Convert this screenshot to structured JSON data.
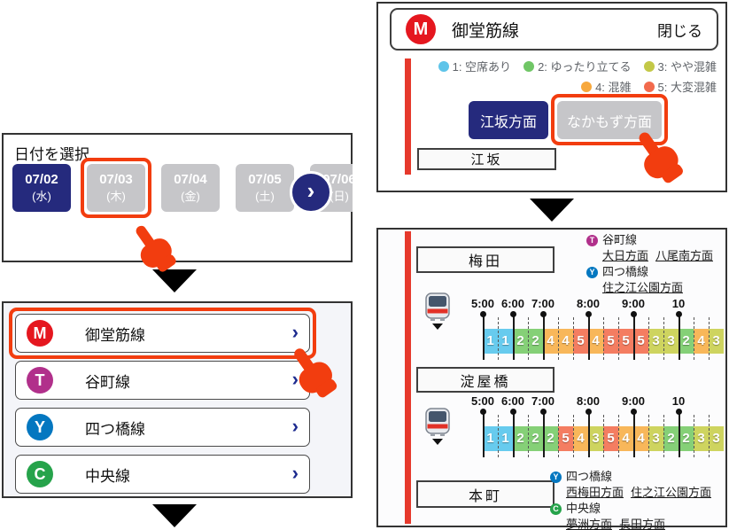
{
  "colors": {
    "accent_highlight": "#f23d0f",
    "navy_primary": "#252a7d",
    "disabled_gray": "#c6c6c9",
    "red_accent_bar": "#e6392c"
  },
  "date_select": {
    "title": "日付を選択",
    "next_chevron": "›",
    "dates": [
      {
        "date": "07/02",
        "day": "(水)",
        "selected": true,
        "highlight": false,
        "clipped": false
      },
      {
        "date": "07/03",
        "day": "(木)",
        "selected": false,
        "highlight": true,
        "clipped": false
      },
      {
        "date": "07/04",
        "day": "(金)",
        "selected": false,
        "highlight": false,
        "clipped": false
      },
      {
        "date": "07/05",
        "day": "(土)",
        "selected": false,
        "highlight": false,
        "clipped": false
      },
      {
        "date": "07/06",
        "day": "(日)",
        "selected": false,
        "highlight": false,
        "clipped": true
      }
    ]
  },
  "line_list": {
    "chevron": "›",
    "items": [
      {
        "symbol": "M",
        "color": "#e5171f",
        "label": "御堂筋線",
        "highlight": true
      },
      {
        "symbol": "T",
        "color": "#b1308b",
        "label": "谷町線",
        "highlight": false
      },
      {
        "symbol": "Y",
        "color": "#0477c0",
        "label": "四つ橋線",
        "highlight": false
      },
      {
        "symbol": "C",
        "color": "#26a34b",
        "label": "中央線",
        "highlight": false
      }
    ]
  },
  "direction_panel": {
    "line_symbol": "M",
    "line_symbol_color": "#e5171f",
    "line_name": "御堂筋線",
    "close_label": "閉じる",
    "legend_row1": [
      {
        "label": "1: 空席あり",
        "color": "#5ec4e9"
      },
      {
        "label": "2: ゆったり立てる",
        "color": "#70c666"
      },
      {
        "label": "3: やや混雑",
        "color": "#c3c847"
      }
    ],
    "legend_row2": [
      {
        "label": "4: 混雑",
        "color": "#f7a83d"
      },
      {
        "label": "5: 大変混雑",
        "color": "#f26a4d"
      }
    ],
    "direction_buttons": [
      {
        "label": "江坂方面",
        "style": "primary",
        "highlight": false
      },
      {
        "label": "なかもず方面",
        "style": "disabled",
        "highlight": true
      }
    ],
    "station": "江坂"
  },
  "timeline_panel": {
    "level_colors": {
      "1": "#67cbee",
      "2": "#85d077",
      "3": "#ced45f",
      "4": "#f8b75a",
      "5": "#f47d61"
    },
    "hour_ticks": [
      {
        "cell": 0,
        "label": "5:00"
      },
      {
        "cell": 2,
        "label": "6:00"
      },
      {
        "cell": 4,
        "label": "7:00"
      },
      {
        "cell": 7,
        "label": "8:00"
      },
      {
        "cell": 10,
        "label": "9:00"
      },
      {
        "cell": 13,
        "label": "10"
      }
    ],
    "stations": [
      {
        "name": "梅田",
        "transfers": [
          {
            "symbol": "T",
            "color": "#b1308b",
            "line": "谷町線",
            "links": [
              "大日方面",
              "八尾南方面"
            ]
          },
          {
            "symbol": "Y",
            "color": "#0477c0",
            "line": "四つ橋線",
            "links": [
              "住之江公園方面"
            ]
          }
        ],
        "congestion": [
          1,
          1,
          2,
          2,
          4,
          4,
          5,
          4,
          5,
          5,
          5,
          3,
          3,
          2,
          4,
          3
        ]
      },
      {
        "name": "淀屋橋",
        "transfers": [],
        "congestion": [
          1,
          1,
          2,
          2,
          2,
          5,
          4,
          3,
          5,
          4,
          4,
          3,
          2,
          2,
          3,
          3
        ]
      },
      {
        "name": "本町",
        "transfers": [
          {
            "symbol": "Y",
            "color": "#0477c0",
            "line": "四つ橋線",
            "links": [
              "西梅田方面",
              "住之江公園方面"
            ]
          },
          {
            "symbol": "C",
            "color": "#26a34b",
            "line": "中央線",
            "links": [
              "夢洲方面",
              "長田方面"
            ]
          }
        ],
        "congestion": []
      }
    ]
  }
}
